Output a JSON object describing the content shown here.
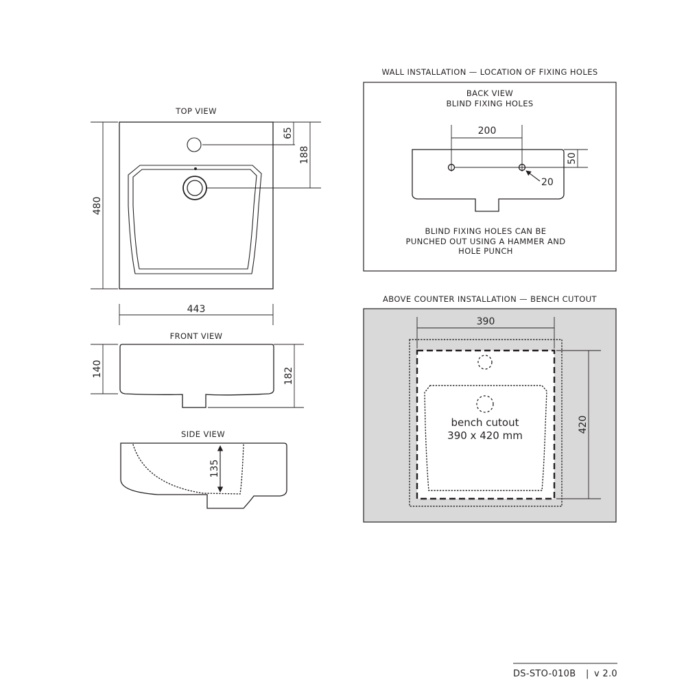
{
  "top_view": {
    "title": "TOP VIEW",
    "dim_height": "480",
    "dim_width": "443",
    "dim_tap_hole": "65",
    "dim_waste": "188"
  },
  "front_view": {
    "title": "FRONT VIEW",
    "dim_body": "140",
    "dim_total": "182"
  },
  "side_view": {
    "title": "SIDE VIEW",
    "dim_depth": "135"
  },
  "wall_installation": {
    "title": "WALL INSTALLATION — LOCATION OF FIXING HOLES",
    "subtitle_line1": "BACK VIEW",
    "subtitle_line2": "BLIND FIXING HOLES",
    "dim_spacing": "200",
    "dim_height": "50",
    "dim_hole": "20",
    "note_line1": "BLIND FIXING HOLES CAN BE",
    "note_line2": "PUNCHED OUT USING A HAMMER AND",
    "note_line3": "HOLE PUNCH"
  },
  "counter_installation": {
    "title": "ABOVE COUNTER INSTALLATION — BENCH CUTOUT",
    "dim_width": "390",
    "dim_depth": "420",
    "label_line1": "bench cutout",
    "label_line2": "390 x 420 mm",
    "panel_color": "#d9d9d9"
  },
  "footer": {
    "doc_code": "DS-STO-010B",
    "separator": "|",
    "version": "v 2.0"
  }
}
